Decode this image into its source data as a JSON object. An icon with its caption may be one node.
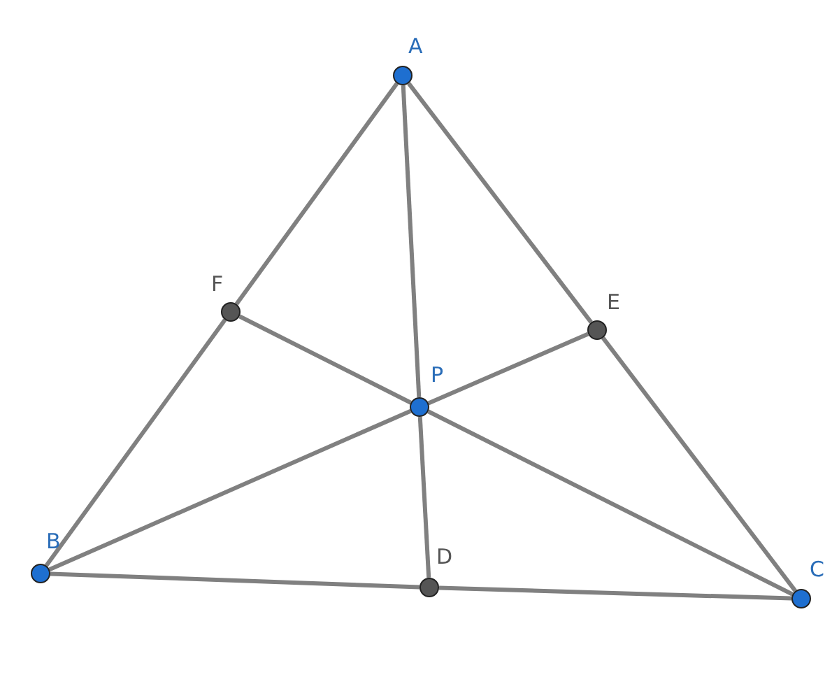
{
  "diagram": {
    "nodes": [
      {
        "text": [
          "A"
        ]
      },
      {
        "text": [
          "B"
        ]
      },
      {
        "text": [
          "C"
        ]
      },
      {
        "text": [
          "P"
        ]
      },
      {
        "text": [
          "D"
        ]
      },
      {
        "text": [
          "E"
        ]
      },
      {
        "text": [
          "F"
        ]
      }
    ],
    "edges": [
      {
        "from": 0,
        "to": 6,
        "arrow": "none"
      },
      {
        "from": 6,
        "to": 1,
        "arrow": "none"
      },
      {
        "from": 0,
        "to": 5,
        "arrow": "none"
      },
      {
        "from": 5,
        "to": 2,
        "arrow": "none"
      },
      {
        "from": 1,
        "to": 4,
        "arrow": "none"
      },
      {
        "from": 4,
        "to": 2,
        "arrow": "none"
      },
      {
        "from": 0,
        "to": 3,
        "arrow": "none"
      },
      {
        "from": 3,
        "to": 4,
        "arrow": "none"
      },
      {
        "from": 1,
        "to": 3,
        "arrow": "none"
      },
      {
        "from": 3,
        "to": 5,
        "arrow": "none"
      },
      {
        "from": 2,
        "to": 3,
        "arrow": "none"
      },
      {
        "from": 3,
        "to": 6,
        "arrow": "none"
      }
    ]
  }
}
